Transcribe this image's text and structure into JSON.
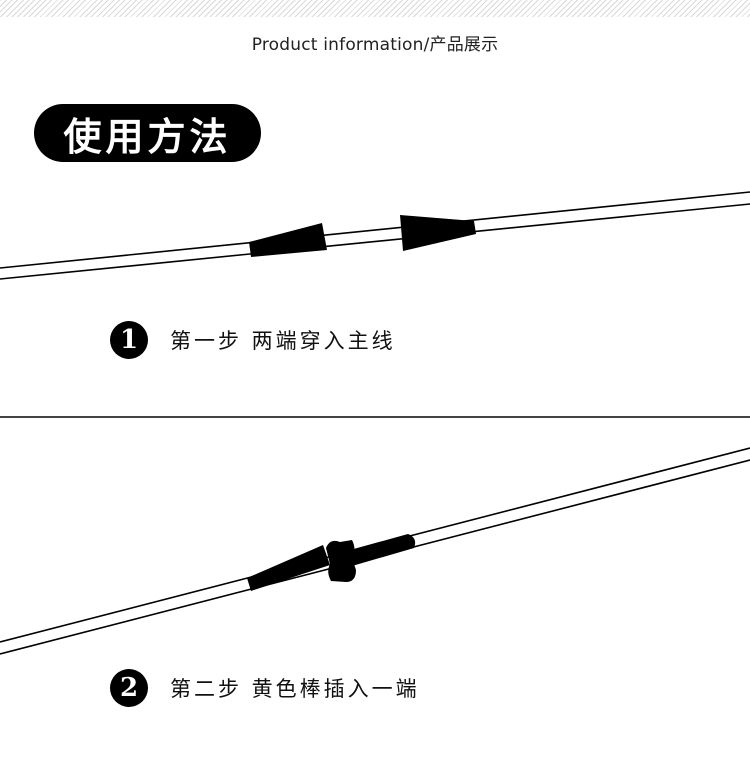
{
  "header": {
    "title": "Product information/产品展示"
  },
  "section": {
    "title": "使用方法"
  },
  "steps": [
    {
      "number": "1",
      "text": "第一步  两端穿入主线"
    },
    {
      "number": "2",
      "text": "第二步  黄色棒插入一端"
    }
  ]
}
